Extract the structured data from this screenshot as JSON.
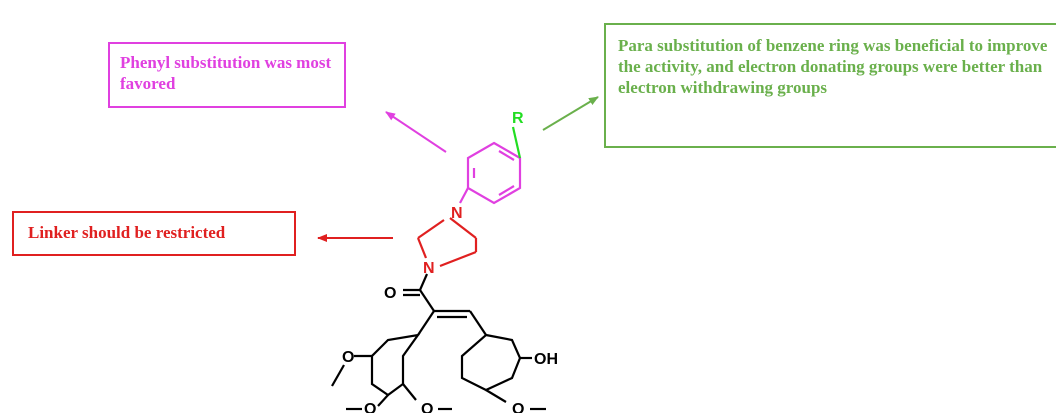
{
  "annotations": {
    "phenyl": "Phenyl substitution was most favored",
    "para": "Para substitution of benzene ring was beneficial to improve the activity, and electron donating groups were better than electron withdrawing groups",
    "linker": "Linker should be restricted"
  },
  "atoms": {
    "r": "R",
    "n_top": "N",
    "n_bottom": "N",
    "o_carbonyl": "O",
    "oh": "OH",
    "o_left": "O",
    "o_bottom_left": "O",
    "o_bottom_mid": "O",
    "o_bottom_right": "O"
  },
  "colors": {
    "phenyl": "#e040e0",
    "para": "#6ab04c",
    "linker": "#e02020",
    "r_group": "#22dd22",
    "core": "#000000"
  }
}
